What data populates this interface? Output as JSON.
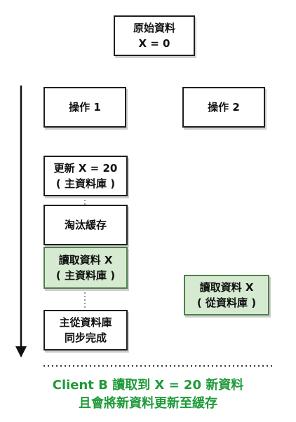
{
  "original_data": {
    "line1": "原始資料",
    "line2": "X = 0"
  },
  "operation_1": {
    "label": "操作 1"
  },
  "operation_2": {
    "label": "操作 2"
  },
  "op1_steps": [
    {
      "line1": "更新 X = 20",
      "line2": "( 主資料庫 )"
    },
    {
      "line1": "淘汰緩存"
    },
    {
      "line1": "讀取資料 X",
      "line2": "( 主資料庫 )",
      "highlight": true
    },
    {
      "line1": "主從資料庫",
      "line2": "同步完成"
    }
  ],
  "op2_steps": [
    {
      "line1": "讀取資料 X",
      "line2": "( 從資料庫 )",
      "highlight": true
    }
  ],
  "conclusion": {
    "line1": "Client B 讀取到 X = 20 新資料",
    "line2": "且會將新資料更新至緩存"
  },
  "colors": {
    "highlight_fill": "#d5ead0",
    "highlight_border": "#4f7f4a",
    "conclusion_text": "#1f9a3a"
  }
}
